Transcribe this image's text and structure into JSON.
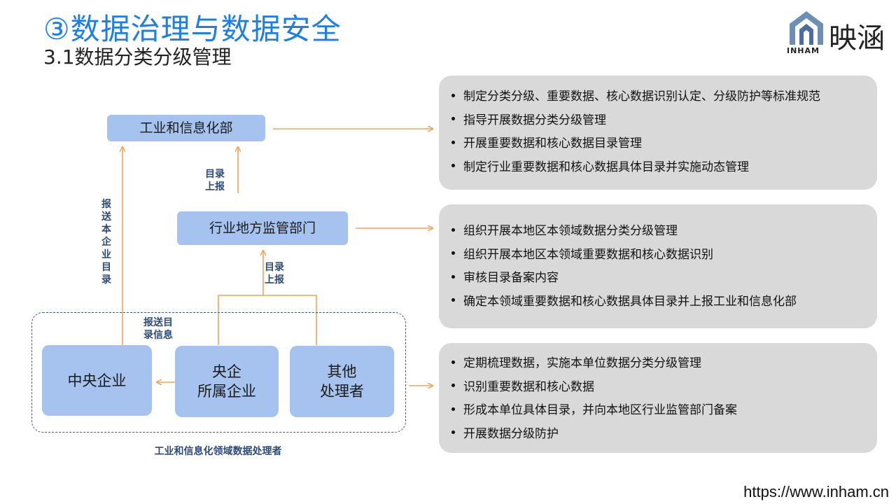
{
  "header": {
    "title": "③数据治理与数据安全",
    "subtitle": "3.1数据分类分级管理"
  },
  "logo": {
    "cn": "映涵",
    "en": "INHAM"
  },
  "diagram": {
    "nodes": {
      "miit": "工业和信息化部",
      "regulator": "行业地方监管部门",
      "central": "中央企业",
      "subsidiary": "央企\n所属企业",
      "others": "其他\n处理者"
    },
    "edge_labels": {
      "catalog_report_top": "目录\n上报",
      "catalog_report_mid": "目录\n上报",
      "submit_catalog": "报\n送\n本\n企\n业\n目\n录",
      "submit_info": "报送目\n录信息"
    },
    "group_label": "工业和信息化领域数据处理者"
  },
  "panels": [
    {
      "items": [
        "制定分类分级、重要数据、核心数据识别认定、分级防护等标准规范",
        "指导开展数据分类分级管理",
        "开展重要数据和核心数据目录管理",
        "制定行业重要数据和核心数据具体目录并实施动态管理"
      ]
    },
    {
      "items": [
        "组织开展本地区本领域数据分类分级管理",
        "组织开展本地区本领域重要数据和核心数据识别",
        "审核目录备案内容",
        "确定本领域重要数据和核心数据具体目录并上报工业和信息化部"
      ]
    },
    {
      "items": [
        "定期梳理数据，实施本单位数据分类分级管理",
        "识别重要数据和核心数据",
        "形成本单位具体目录，并向本地区行业监管部门备案",
        "开展数据分级防护"
      ]
    }
  ],
  "footer": {
    "url": "https://www.inham.cn"
  },
  "colors": {
    "title": "#1f7fe0",
    "node": "#a6c3ef",
    "arrow": "#f3a35a",
    "panel": "#d9d9d9"
  }
}
